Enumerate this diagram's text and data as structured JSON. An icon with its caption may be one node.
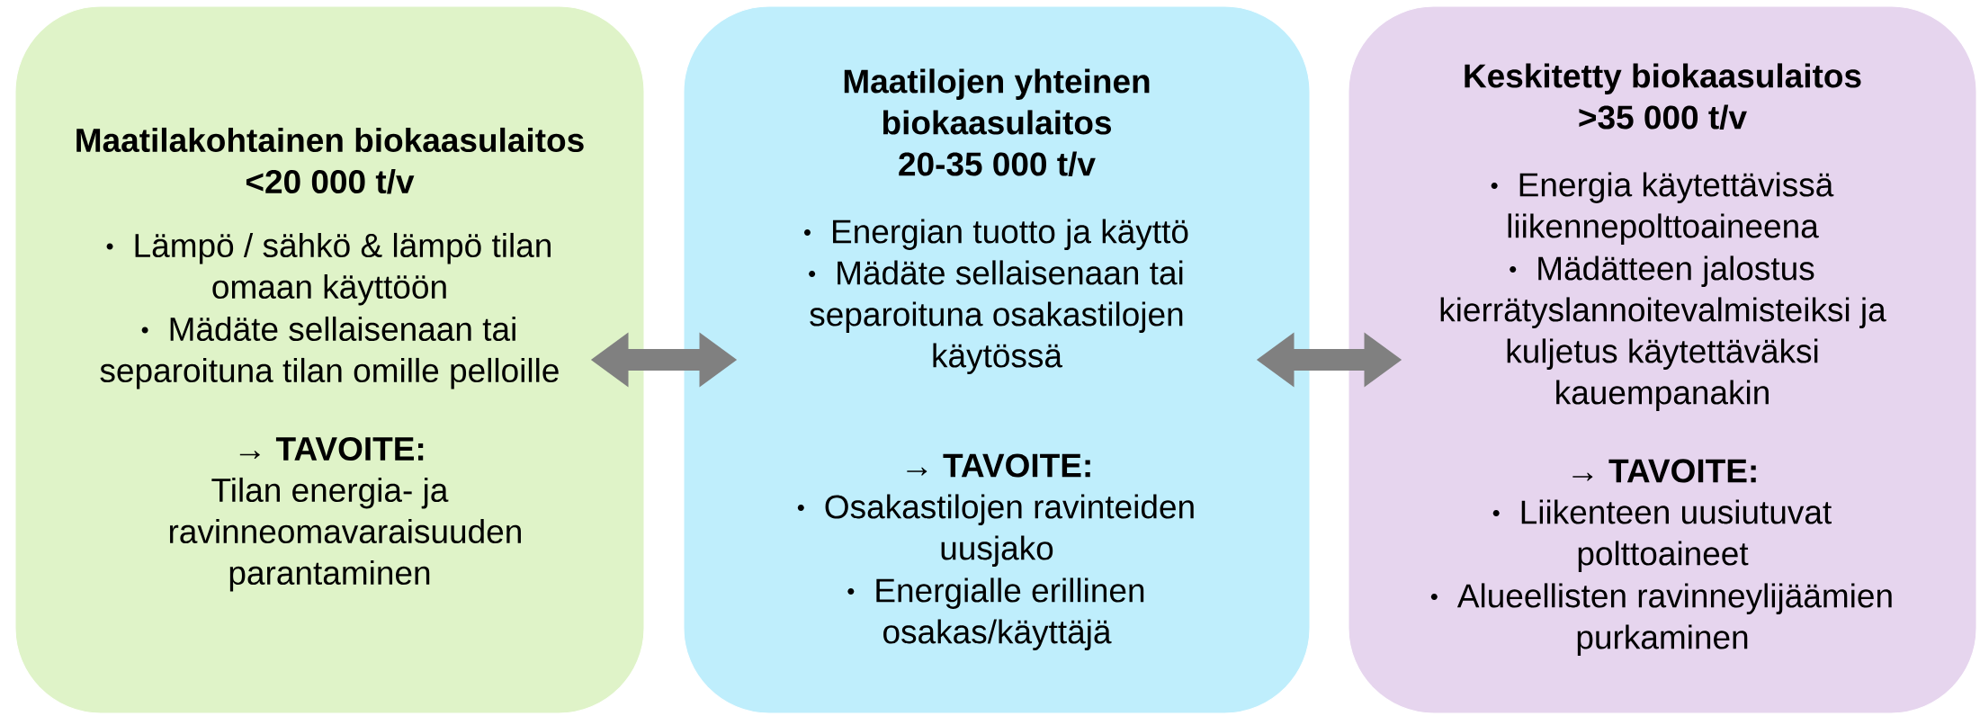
{
  "diagram": {
    "nodes": [
      {
        "text": [
          "Maatilakohtainen biokaasulaitos <20 000 t/v",
          "Lämpö / sähkö & lämpö tilan omaan käyttöön",
          "Mädäte sellaisenaan tai separoituna tilan omille pelloille",
          "→ TAVOITE:",
          "Tilan energia- ja ravinneomavaraisuuden parantaminen"
        ]
      },
      {
        "text": [
          "Maatilojen yhteinen biokaasulaitos 20-35 000 t/v",
          "Energian tuotto ja käyttö",
          "Mädäte sellaisenaan tai separoituna osakastilojen käytössä",
          "→ TAVOITE:",
          "Osakastilojen ravinteiden uusjako",
          "Energialle erillinen osakas/käyttäjä"
        ]
      },
      {
        "text": [
          "Keskitetty biokaasulaitos >35 000 t/v",
          "Energia käytettävissä liikennepolttoaineena",
          "Mädätteen jalostus kierrätyslannoitevalmisteiksi ja kuljetus käytettäväksi kauempanakin",
          "→ TAVOITE:",
          "Liikenteen uusiutuvat polttoaineet",
          "Alueellisten ravinneylijäämien purkaminen"
        ]
      }
    ],
    "edges": [
      {
        "from": 0,
        "to": 1,
        "arrow": "both"
      },
      {
        "from": 1,
        "to": 2,
        "arrow": "both"
      }
    ]
  }
}
